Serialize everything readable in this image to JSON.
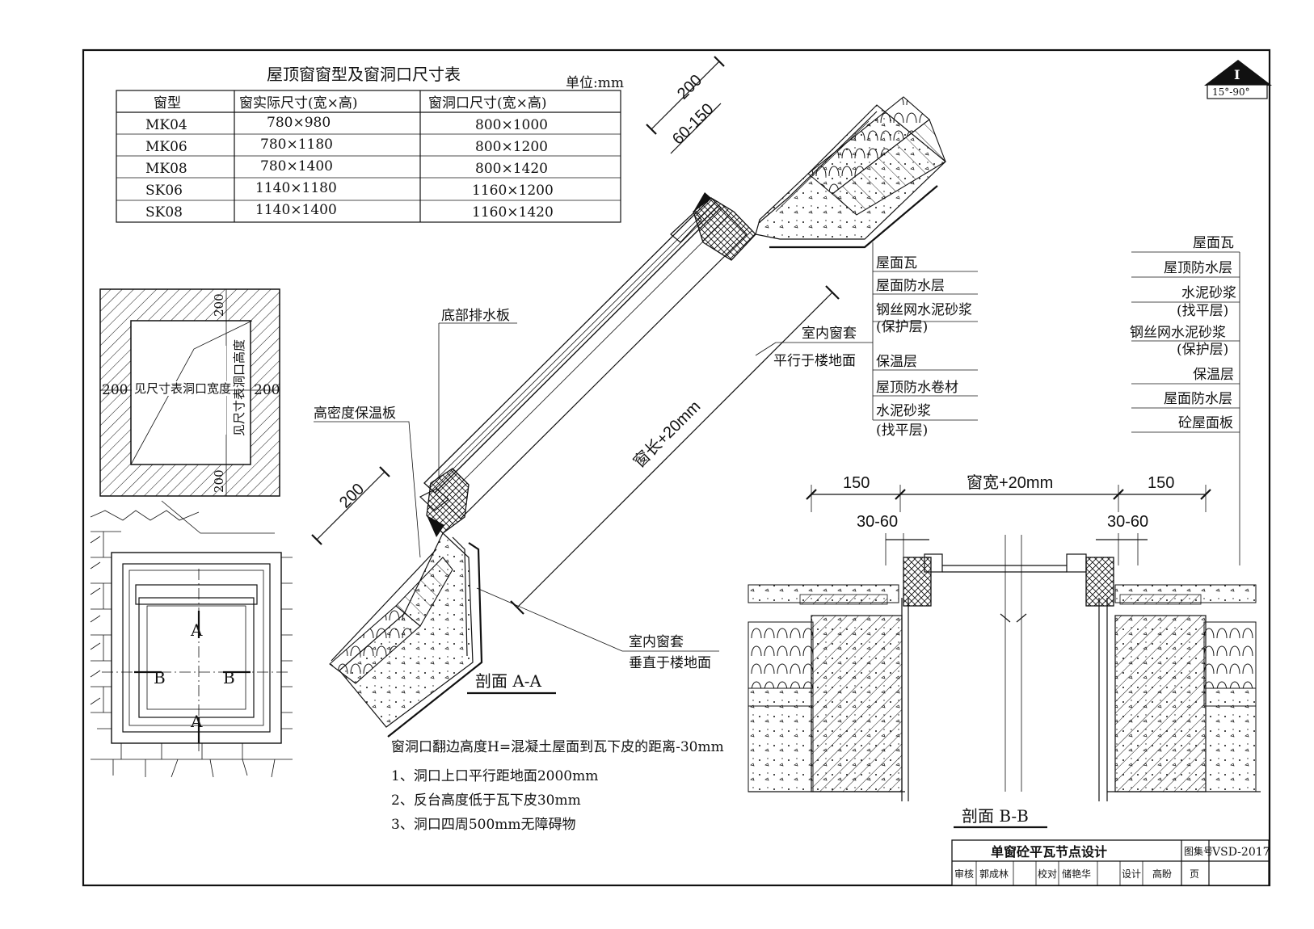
{
  "table": {
    "title": "屋顶窗窗型及窗洞口尺寸表",
    "unit": "单位:mm",
    "headers": [
      "窗型",
      "窗实际尺寸(宽×高)",
      "窗洞口尺寸(宽×高)"
    ],
    "rows": [
      [
        "MK04",
        "780×980",
        "800×1000"
      ],
      [
        "MK06",
        "780×1180",
        "800×1200"
      ],
      [
        "MK08",
        "780×1400",
        "800×1420"
      ],
      [
        "SK06",
        "1140×1180",
        "1160×1200"
      ],
      [
        "SK08",
        "1140×1400",
        "1160×1420"
      ]
    ]
  },
  "angle_badge": {
    "mark": "I",
    "range": "15°-90°"
  },
  "plan": {
    "dim_200_top": "200",
    "dim_200_bottom": "200",
    "dim_200_left": "200",
    "dim_200_right": "200",
    "width_note": "见尺寸表洞口宽度",
    "height_note": "见尺寸表洞口高度",
    "cut_a_top": "A",
    "cut_a_bottom": "A",
    "cut_b_left": "B",
    "cut_b_right": "B"
  },
  "section_aa": {
    "title": "剖面 A-A",
    "dim_200_top": "200",
    "dim_60_150": "60-150",
    "dim_200_left": "200",
    "dim_height": "窗长+20mm",
    "label_drain": "底部排水板",
    "label_insulation_board": "高密度保温板",
    "label_liner_parallel_1": "室内窗套",
    "label_liner_parallel_2": "平行于楼地面",
    "label_liner_vertical_1": "室内窗套",
    "label_liner_vertical_2": "垂直于楼地面",
    "layers": [
      "屋面瓦",
      "屋面防水层",
      "钢丝网水泥砂浆",
      "(保护层)",
      "保温层",
      "屋顶防水卷材",
      "水泥砂浆",
      "(找平层)"
    ]
  },
  "right_layers": [
    "屋面瓦",
    "屋顶防水层",
    "水泥砂浆",
    "(找平层)",
    "钢丝网水泥砂浆",
    "(保护层)",
    "保温层",
    "屋面防水层",
    "砼屋面板"
  ],
  "section_bb": {
    "title": "剖面 B-B",
    "dim_left": "150",
    "dim_mid": "窗宽+20mm",
    "dim_right": "150",
    "dim_gap_left": "30-60",
    "dim_gap_right": "30-60"
  },
  "notes": {
    "heading": "窗洞口翻边高度H=混凝土屋面到瓦下皮的距离-30mm",
    "items": [
      "1、洞口上口平行距地面2000mm",
      "2、反台高度低于瓦下皮30mm",
      "3、洞口四周500mm无障碍物"
    ]
  },
  "title_block": {
    "title": "单窗砼平瓦节点设计",
    "atlas_label": "图集号",
    "atlas_no": "VSD-2017",
    "review_label": "审核",
    "review_name": "郭成林",
    "proof_label": "校对",
    "proof_name": "储艳华",
    "design_label": "设计",
    "design_name": "高盼",
    "page_label": "页"
  }
}
